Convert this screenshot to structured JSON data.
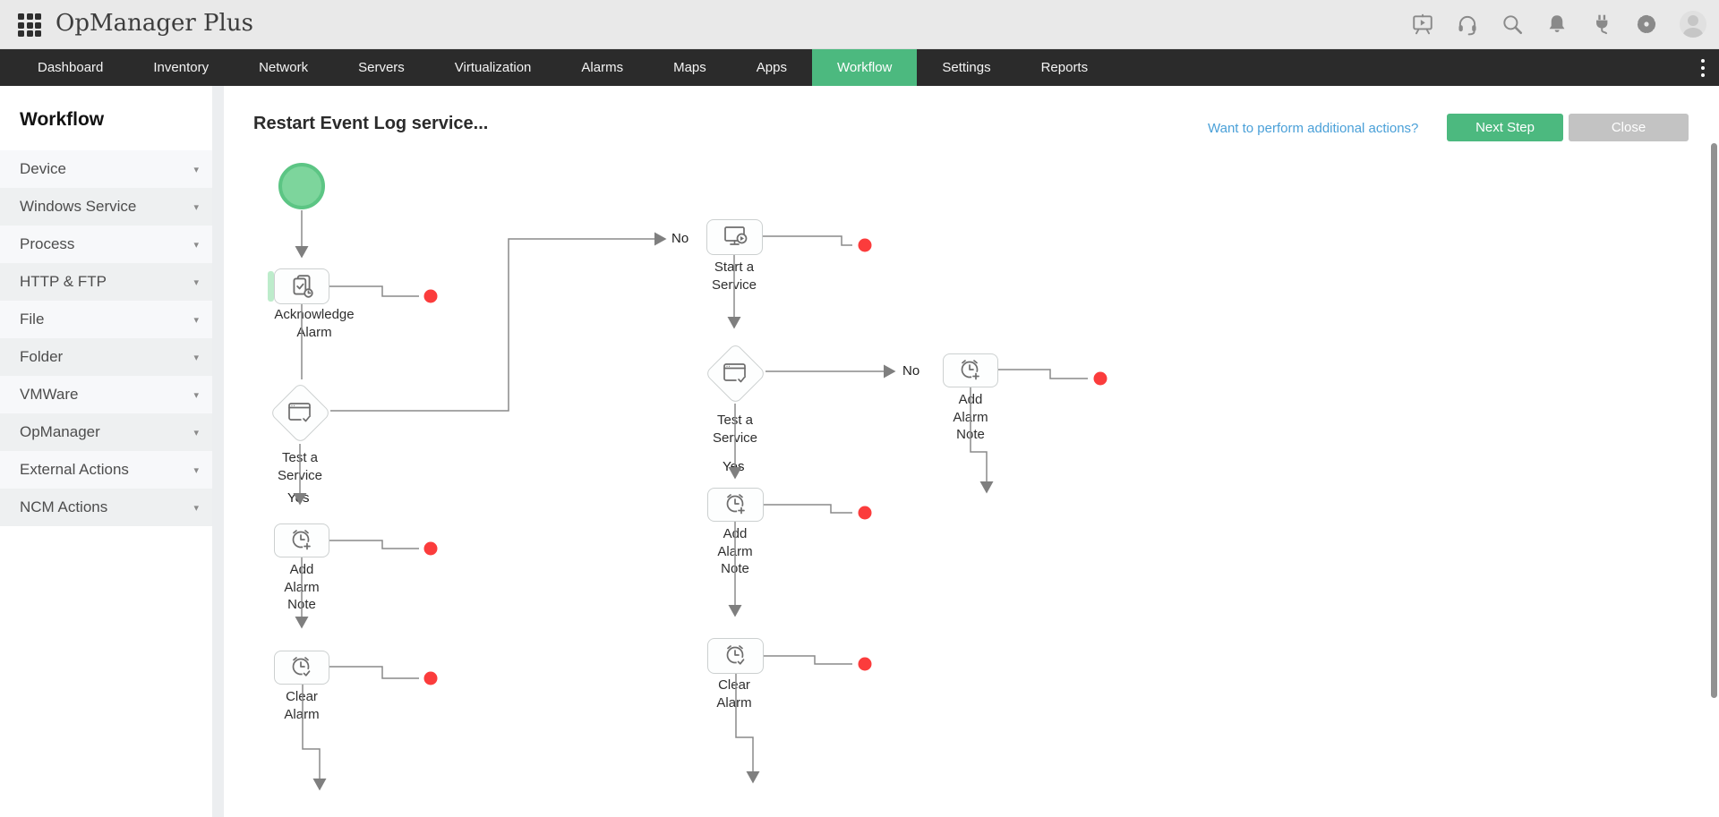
{
  "header": {
    "title": "OpManager Plus",
    "icons": [
      "apps-grid-icon",
      "presentation-icon",
      "headset-icon",
      "search-icon",
      "bell-icon",
      "plug-icon",
      "gear-icon",
      "user-avatar"
    ]
  },
  "nav": {
    "tabs": [
      {
        "label": "Dashboard",
        "active": false
      },
      {
        "label": "Inventory",
        "active": false
      },
      {
        "label": "Network",
        "active": false
      },
      {
        "label": "Servers",
        "active": false
      },
      {
        "label": "Virtualization",
        "active": false
      },
      {
        "label": "Alarms",
        "active": false
      },
      {
        "label": "Maps",
        "active": false
      },
      {
        "label": "Apps",
        "active": false
      },
      {
        "label": "Workflow",
        "active": true
      },
      {
        "label": "Settings",
        "active": false
      },
      {
        "label": "Reports",
        "active": false
      }
    ],
    "more_icon": "kebab-menu-icon"
  },
  "sidebar": {
    "title": "Workflow",
    "items": [
      {
        "label": "Device"
      },
      {
        "label": "Windows Service"
      },
      {
        "label": "Process"
      },
      {
        "label": "HTTP & FTP"
      },
      {
        "label": "File"
      },
      {
        "label": "Folder"
      },
      {
        "label": "VMWare"
      },
      {
        "label": "OpManager"
      },
      {
        "label": "External Actions"
      },
      {
        "label": "NCM Actions"
      }
    ]
  },
  "toolbar": {
    "title": "Restart Event Log service...",
    "help_link": "Want to perform additional actions?",
    "next_step_label": "Next Step",
    "close_label": "Close"
  },
  "canvas": {
    "nodes": [
      {
        "id": "start",
        "type": "start-circle",
        "label": ""
      },
      {
        "id": "acknowledge-alarm",
        "type": "action",
        "icon": "acknowledge-alarm-icon",
        "label": "Acknowledge Alarm"
      },
      {
        "id": "test-a-service-1",
        "type": "decision",
        "icon": "test-service-icon",
        "label": "Test a Service"
      },
      {
        "id": "start-a-service",
        "type": "action",
        "icon": "start-service-icon",
        "label": "Start a Service"
      },
      {
        "id": "test-a-service-2",
        "type": "decision",
        "icon": "test-service-icon",
        "label": "Test a Service"
      },
      {
        "id": "add-alarm-note-right",
        "type": "action",
        "icon": "add-alarm-note-icon",
        "label": "Add Alarm Note"
      },
      {
        "id": "add-alarm-note-mid",
        "type": "action",
        "icon": "add-alarm-note-icon",
        "label": "Add Alarm Note"
      },
      {
        "id": "clear-alarm-mid",
        "type": "action",
        "icon": "clear-alarm-icon",
        "label": "Clear Alarm"
      },
      {
        "id": "add-alarm-note-left",
        "type": "action",
        "icon": "add-alarm-note-icon",
        "label": "Add Alarm Note"
      },
      {
        "id": "clear-alarm-left",
        "type": "action",
        "icon": "clear-alarm-icon",
        "label": "Clear Alarm"
      }
    ],
    "edge_labels": {
      "no1": "No",
      "yes1": "Yes",
      "no2": "No",
      "yes2": "Yes"
    },
    "colors": {
      "active_tab": "#4cb97f",
      "link": "#4aa0d8",
      "connector": "#8a8a8a",
      "endpoint_dot": "#fb3c3c",
      "start_node_fill": "#7dd59c",
      "start_node_border": "#5cc584"
    }
  }
}
